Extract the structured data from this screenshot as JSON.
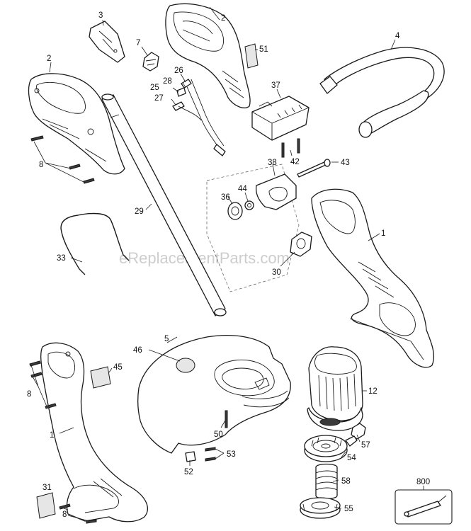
{
  "watermark": "eReplacementParts.com",
  "callouts": {
    "c3": "3",
    "c2a": "2",
    "c7": "7",
    "c51": "51",
    "c4": "4",
    "c2b": "2",
    "c26": "26",
    "c25": "25",
    "c28": "28",
    "c27": "27",
    "c37": "37",
    "c42": "42",
    "c43": "43",
    "c8a": "8",
    "c38": "38",
    "c36": "36",
    "c44": "44",
    "c29": "29",
    "c1a": "1",
    "c33": "33",
    "c30": "30",
    "c5": "5",
    "c46": "46",
    "c45": "45",
    "c12": "12",
    "c8b": "8",
    "c1b": "1",
    "c50": "50",
    "c57": "57",
    "c53": "53",
    "c54": "54",
    "c52": "52",
    "c58": "58",
    "c31": "31",
    "c800": "800",
    "c8c": "8",
    "c55": "55"
  }
}
